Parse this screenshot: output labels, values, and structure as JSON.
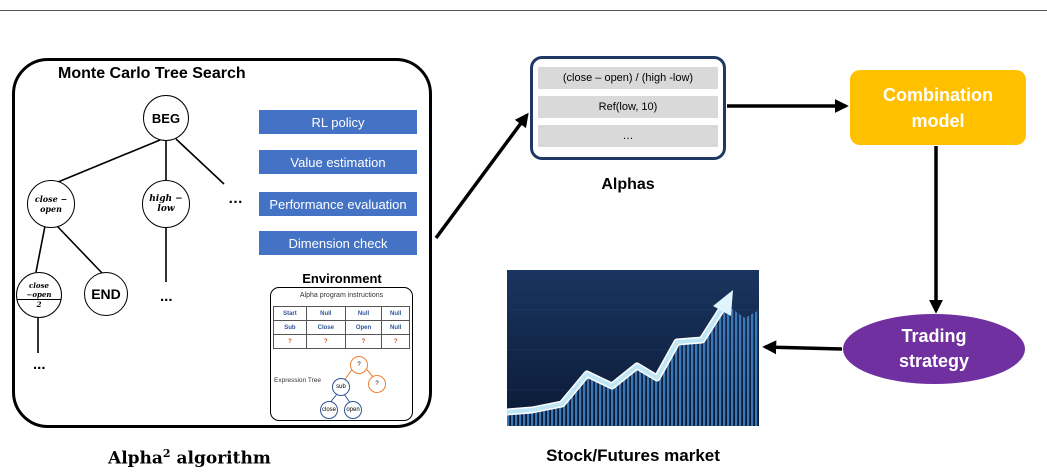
{
  "mcts": {
    "title": "Monte Carlo Tree Search",
    "nodes": {
      "beg": "BEG",
      "close_open": "close − open",
      "high_low": "high − low",
      "frac_num": "close −open",
      "frac_den": "2",
      "end": "END"
    },
    "ellipsis": "…",
    "dots": "...",
    "policies": [
      "RL policy",
      "Value estimation",
      "Performance evaluation",
      "Dimension check"
    ]
  },
  "environment": {
    "title": "Environment",
    "subtitle": "Alpha program instructions",
    "grid": [
      [
        "Start",
        "Null",
        "Null",
        "Null"
      ],
      [
        "Sub",
        "Close",
        "Open",
        "Null"
      ],
      [
        "?",
        "?",
        "?",
        "?"
      ]
    ],
    "expression_label": "Expression Tree",
    "tree": {
      "root": "?",
      "left": "sub",
      "right": "?",
      "leaf_left": "close",
      "leaf_right": "open"
    }
  },
  "alphas": {
    "items": [
      "(close – open) / (high -low)",
      "Ref(low, 10)",
      "…"
    ],
    "label": "Alphas"
  },
  "combination": {
    "label": "Combination\nmodel",
    "color": "#ffc000"
  },
  "trading": {
    "label": "Trading\nstrategy",
    "color": "#7030a0"
  },
  "market": {
    "label": "Stock/Futures market"
  },
  "algorithm": {
    "label": "Alpha",
    "superscript": "2",
    "suffix": " algorithm"
  },
  "colors": {
    "policy_blue": "#4472c4",
    "alphas_border": "#1f3864",
    "alpha_row": "#d9d9d9"
  }
}
